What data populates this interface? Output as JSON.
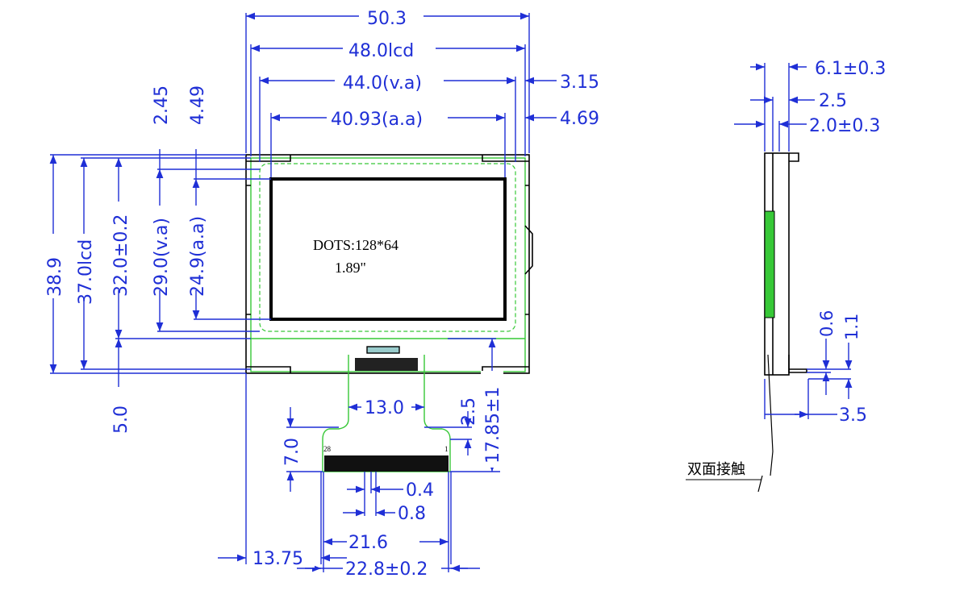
{
  "front_view": {
    "width_total": "50.3",
    "width_lcd": "48.0lcd",
    "width_va": "44.0(v.a)",
    "width_aa": "40.93(a.a)",
    "offset_right_1": "3.15",
    "offset_right_2": "4.69",
    "offset_top_1": "2.45",
    "offset_top_2": "4.49",
    "height_total": "38.9",
    "height_lcd": "37.0lcd",
    "height_module": "32.0±0.2",
    "height_va": "29.0(v.a)",
    "height_aa": "24.9(a.a)",
    "offset_bottom": "5.0",
    "display_dots": "DOTS:128*64",
    "display_size": "1.89\""
  },
  "fpc": {
    "width_neck": "13.0",
    "gap_top": "2.5",
    "length_total": "17.85±1",
    "pad_height": "7.0",
    "pin_first_label": "28",
    "pin_last_label": "1",
    "pin_width": "0.4",
    "pin_pitch": "0.8",
    "pad_span": "21.6",
    "connector_width": "22.8±0.2",
    "left_offset": "13.75"
  },
  "side_view": {
    "thickness_total": "6.1±0.3",
    "thickness_mid": "2.5",
    "thickness_glass": "2.0±0.3",
    "fpc_thickness": "0.6",
    "fpc_thickness_2": "1.1",
    "fpc_extension": "3.5",
    "note": "双面接触"
  }
}
